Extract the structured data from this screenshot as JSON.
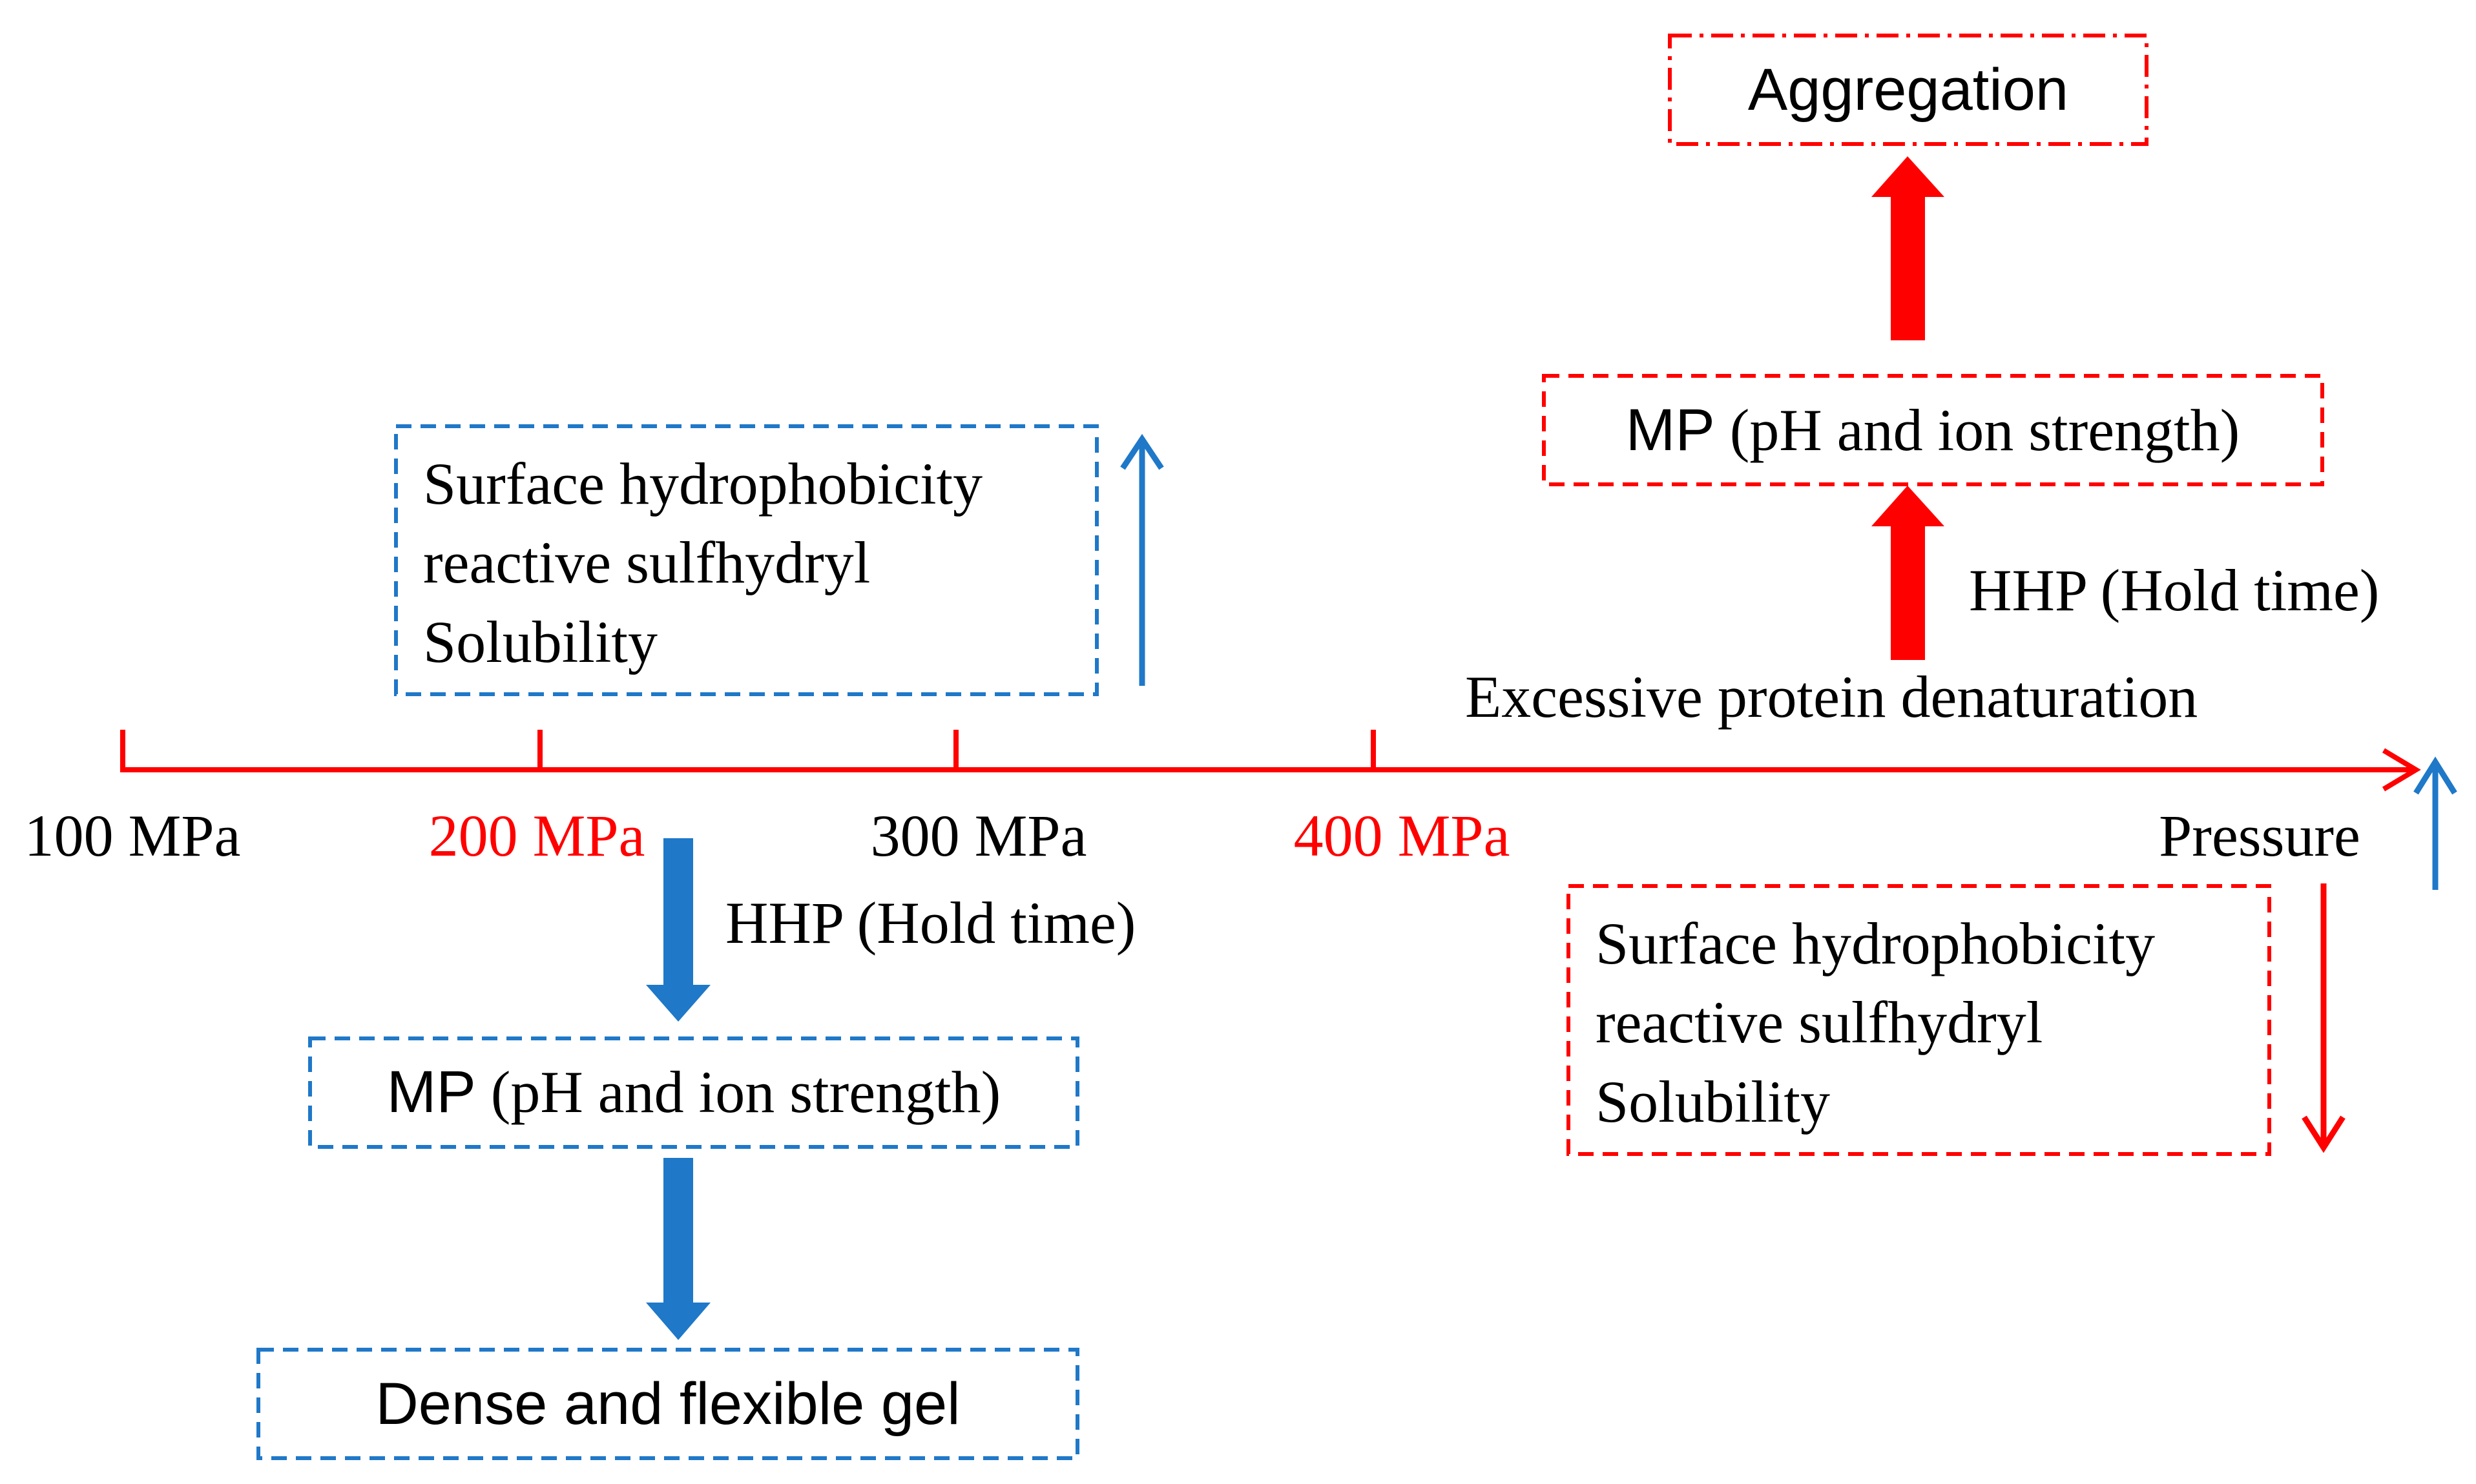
{
  "colors": {
    "red": "#ff0000",
    "blue": "#1f78c8",
    "black": "#000000"
  },
  "axis": {
    "ticks": [
      {
        "label": "100 MPa",
        "color": "black"
      },
      {
        "label": "200 MPa",
        "color": "red"
      },
      {
        "label": "300 MPa",
        "color": "black"
      },
      {
        "label": "400 MPa",
        "color": "red"
      }
    ],
    "end_label": "Pressure"
  },
  "low_pressure": {
    "properties_box": {
      "lines": [
        "Surface hydrophobicity",
        "reactive sulfhydryl",
        "Solubility"
      ],
      "trend": "up"
    },
    "process_label": "HHP (Hold time)",
    "mp_box": {
      "prefix": "MP",
      "rest": " (pH and ion strength)"
    },
    "result_box": "Dense and flexible gel"
  },
  "high_pressure": {
    "denaturation_label": "Excessive protein denaturation",
    "process_label": "HHP (Hold time)",
    "mp_box": {
      "prefix": "MP",
      "rest": " (pH and ion strength)"
    },
    "result_box": "Aggregation",
    "properties_box": {
      "lines": [
        "Surface hydrophobicity",
        "reactive sulfhydryl",
        "Solubility"
      ],
      "trend": "down"
    },
    "pressure_trend": "up"
  }
}
